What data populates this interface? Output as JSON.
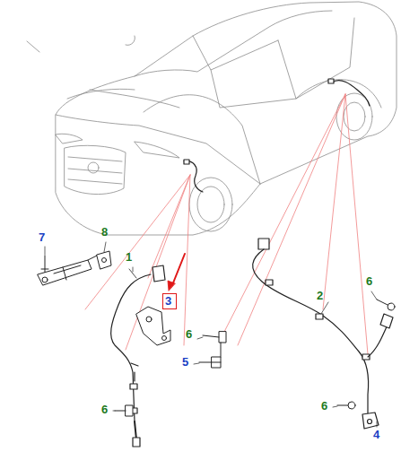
{
  "diagram": {
    "nodes": [
      {
        "text": [
          "3"
        ]
      }
    ],
    "labels": [
      "7",
      "8",
      "1",
      "6",
      "5",
      "2",
      "6",
      "6",
      "4",
      "6"
    ]
  }
}
